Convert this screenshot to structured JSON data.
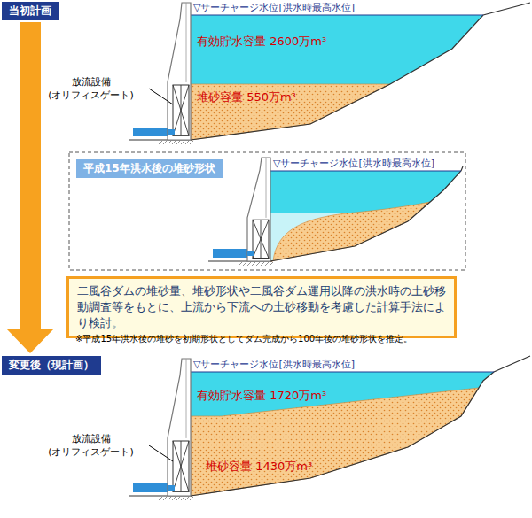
{
  "diagram": {
    "nodes": [
      {
        "text": [
          "当初計画"
        ]
      },
      {
        "text": [
          "平成15年洪水後の堆砂形状"
        ]
      },
      {
        "text": [
          "二風谷ダムの堆砂量、堆砂形状や二風谷ダム運用以降の洪水時の土砂移動調査等をもとに、上流から下流への土砂移動を考慮した計算手法により検討。"
        ]
      },
      {
        "text": [
          "変更後（現計画）"
        ]
      }
    ],
    "edges": [
      {
        "from": 0,
        "to": 3,
        "arrow": "to"
      }
    ],
    "labels": [
      "▽サーチャージ水位[洪水時最高水位]",
      "有効貯水容量 2600万m³",
      "堆砂容量 550万m³",
      "放流設備 (オリフィスゲート)",
      "▽サーチャージ水位[洪水時最高水位]",
      "※平成15年洪水後の堆砂を初期形状としてダム完成から100年後の堆砂形状を推定。",
      "▽サーチャージ水位[洪水時最高水位]",
      "有効貯水容量 1720万m³",
      "堆砂容量 1430万m³",
      "放流設備 (オリフィスゲート)"
    ]
  }
}
